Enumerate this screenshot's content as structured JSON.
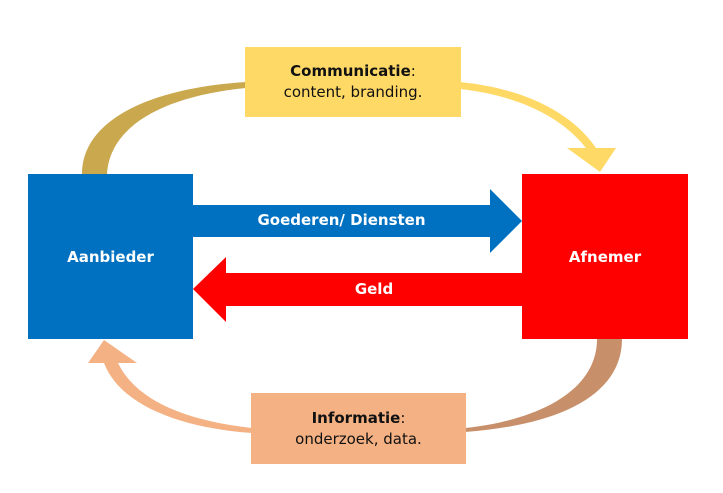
{
  "diagram": {
    "nodes": {
      "provider": {
        "label": "Aanbieder",
        "color": "#0070C0"
      },
      "customer": {
        "label": "Afnemer",
        "color": "#FF0000"
      }
    },
    "flows": {
      "goods": {
        "label": "Goederen/ Diensten",
        "color": "#0070C0",
        "direction": "provider-to-customer"
      },
      "money": {
        "label": "Geld",
        "color": "#FF0000",
        "direction": "customer-to-provider"
      }
    },
    "notes": {
      "communication": {
        "title": "Communicatie",
        "title_suffix": ":",
        "body": "content, branding.",
        "box_color": "#FFD966",
        "arc_start_color": "#C9A84E",
        "arc_end_color": "#FFD966",
        "direction": "provider-to-customer"
      },
      "information": {
        "title": "Informatie",
        "title_suffix": ":",
        "body": "onderzoek, data.",
        "box_color": "#F4B183",
        "arc_start_color": "#C8906A",
        "arc_end_color": "#F4B183",
        "direction": "customer-to-provider"
      }
    }
  }
}
